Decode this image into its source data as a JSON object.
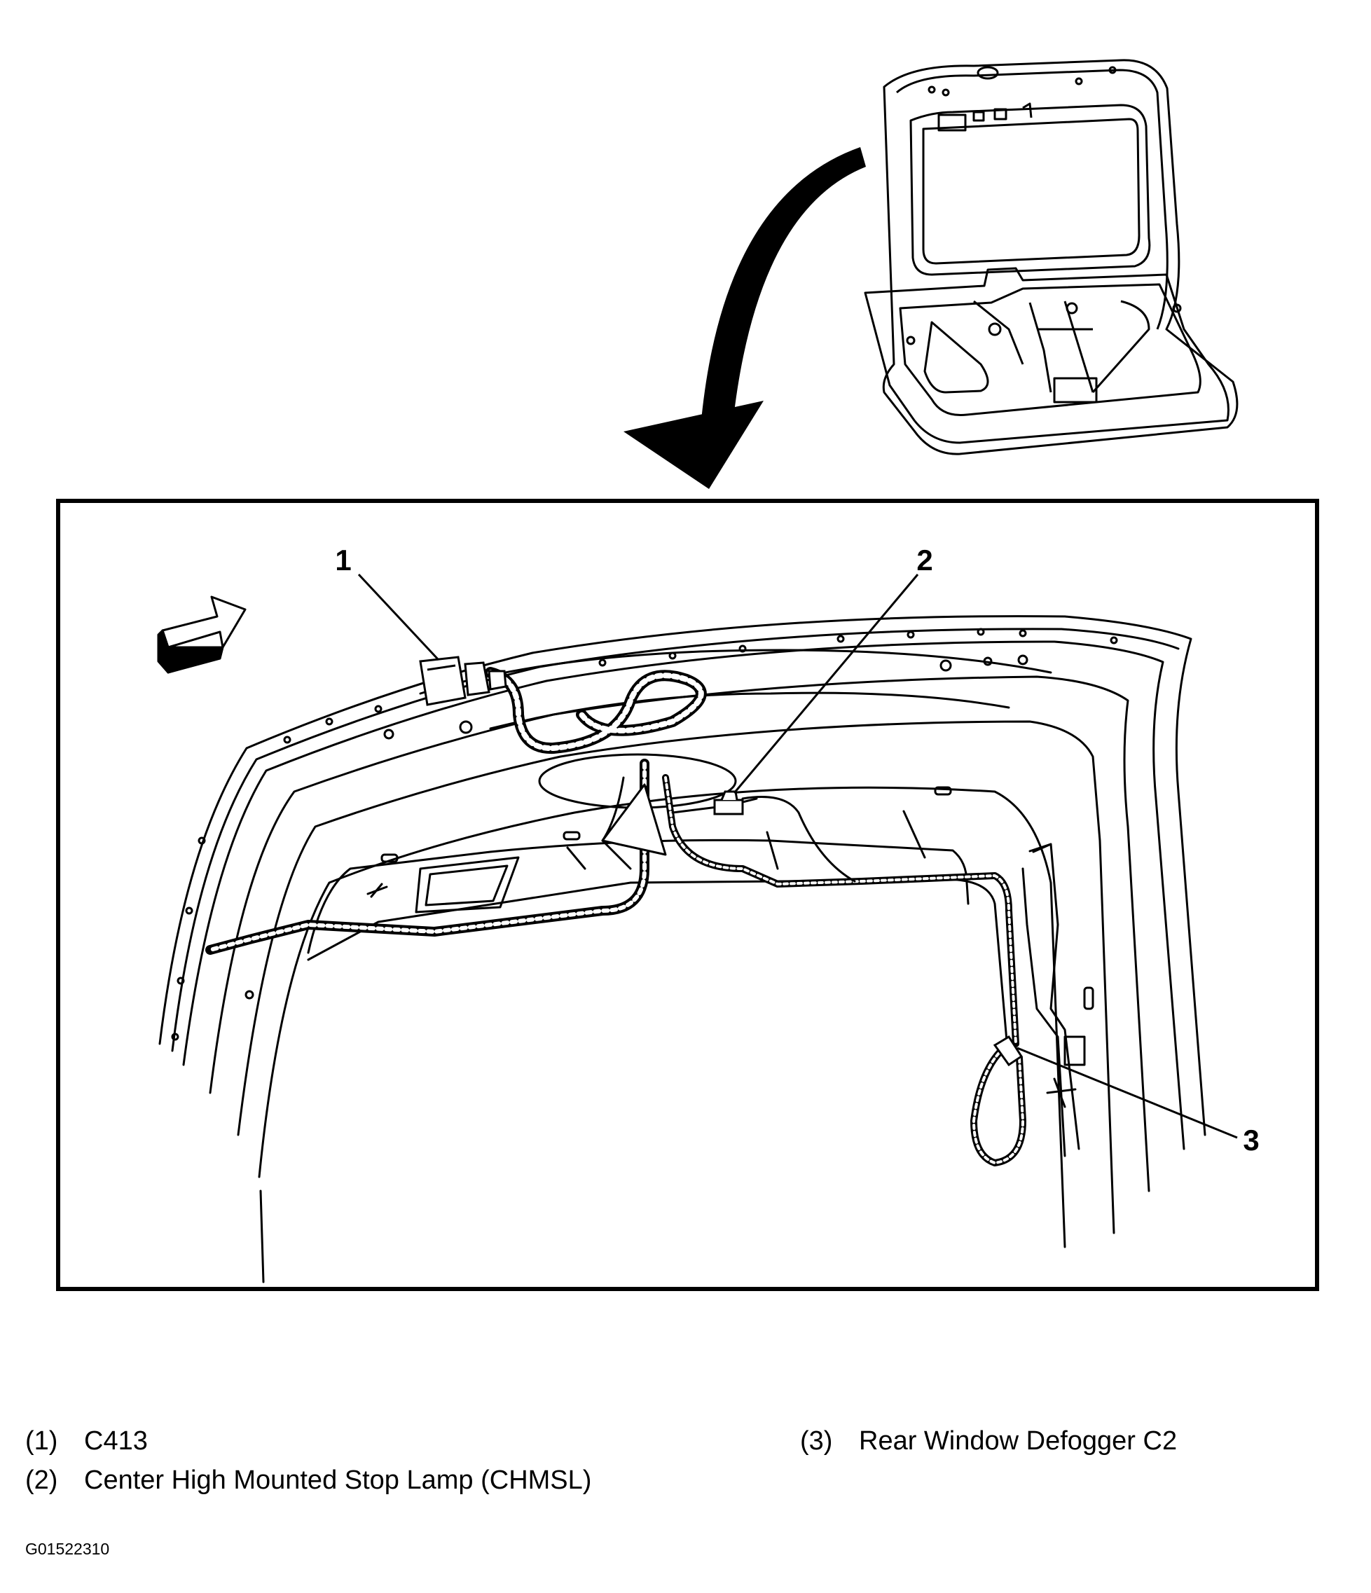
{
  "callouts": [
    {
      "number": "1",
      "label": "C413"
    },
    {
      "number": "2",
      "label": "Center High Mounted Stop Lamp (CHMSL)"
    },
    {
      "number": "3",
      "label": "Rear Window Defogger C2"
    }
  ],
  "legend": [
    {
      "number": "(1)",
      "text": "C413"
    },
    {
      "number": "(2)",
      "text": "Center High Mounted Stop Lamp (CHMSL)"
    },
    {
      "number": "(3)",
      "text": "Rear Window Defogger C2"
    }
  ],
  "figure_id": "G01522310",
  "icons": {
    "view_arrow": "curved-view-arrow-icon",
    "direction_arrow": "forward-direction-arrow-icon"
  },
  "colors": {
    "line": "#000000",
    "background": "#ffffff"
  }
}
